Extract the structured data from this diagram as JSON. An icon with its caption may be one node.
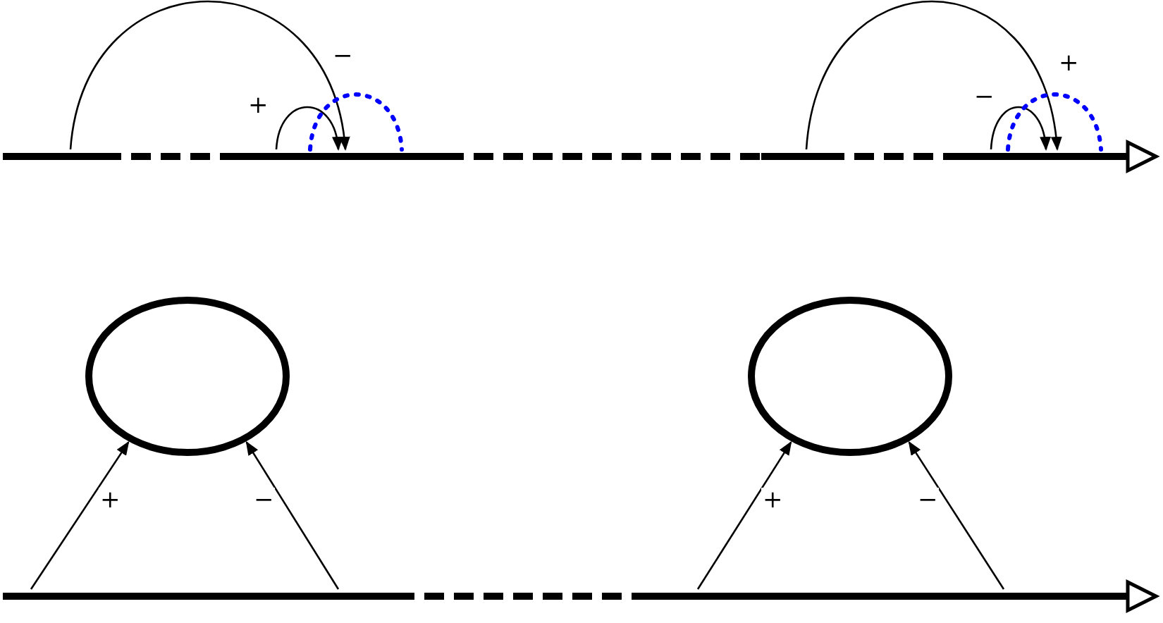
{
  "diagram": {
    "nodes": [
      {
        "text": [],
        "shape": "bar"
      },
      {
        "text": [],
        "shape": "bar"
      },
      {
        "text": [],
        "shape": "circle"
      },
      {
        "text": [],
        "shape": "circle"
      }
    ],
    "edges": [
      {
        "from": 0,
        "to": 0,
        "arrow": "to",
        "label": "−"
      },
      {
        "from": 0,
        "to": 0,
        "arrow": "to",
        "label": "+"
      },
      {
        "from": 0,
        "to": 0,
        "arrow": "none",
        "style": "dashed",
        "color": "#0000ff"
      },
      {
        "from": 0,
        "to": 0,
        "arrow": "to",
        "label": "+"
      },
      {
        "from": 0,
        "to": 0,
        "arrow": "to",
        "label": "−"
      },
      {
        "from": 0,
        "to": 0,
        "arrow": "none",
        "style": "dashed",
        "color": "#0000ff"
      },
      {
        "from": 1,
        "to": 2,
        "arrow": "to",
        "label": "+"
      },
      {
        "from": 1,
        "to": 2,
        "arrow": "to",
        "label": "−"
      },
      {
        "from": 1,
        "to": 3,
        "arrow": "to",
        "label": "+"
      },
      {
        "from": 1,
        "to": 3,
        "arrow": "to",
        "label": "−"
      }
    ]
  }
}
